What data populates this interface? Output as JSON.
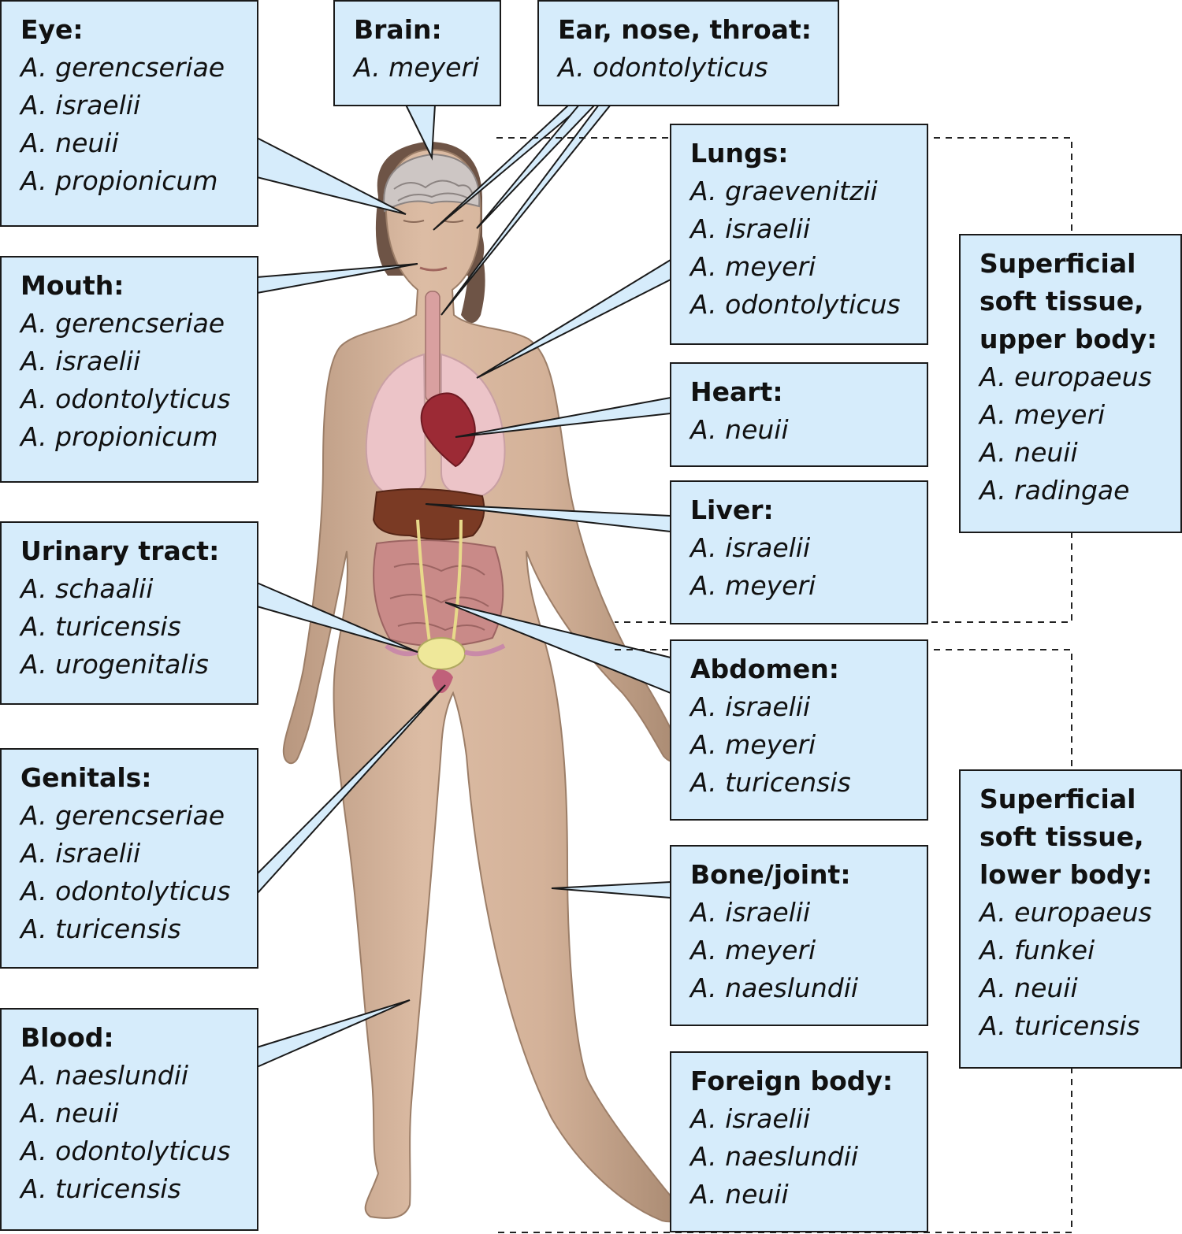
{
  "colors": {
    "box_fill": "#d6ecfb",
    "box_border": "#1a1a1a",
    "skin": "#d2b098",
    "heart": "#9c2a35",
    "liver": "#7a3a24",
    "lungs": "#ecc4c8",
    "intestines": "#c98a88",
    "bladder": "#efe89a"
  },
  "boxes": {
    "eye": {
      "title": "Eye:",
      "species": [
        "A. gerencseriae",
        "A. israelii",
        "A. neuii",
        "A. propionicum"
      ]
    },
    "brain": {
      "title": "Brain:",
      "species": [
        "A. meyeri"
      ]
    },
    "ent": {
      "title": "Ear, nose, throat:",
      "species": [
        "A. odontolyticus"
      ]
    },
    "lungs": {
      "title": "Lungs:",
      "species": [
        "A. graevenitzii",
        "A. israelii",
        "A. meyeri",
        "A. odontolyticus"
      ]
    },
    "mouth": {
      "title": "Mouth:",
      "species": [
        "A. gerencseriae",
        "A. israelii",
        "A. odontolyticus",
        "A. propionicum"
      ]
    },
    "heart": {
      "title": "Heart:",
      "species": [
        "A. neuii"
      ]
    },
    "liver": {
      "title": "Liver:",
      "species": [
        "A. israelii",
        "A. meyeri"
      ]
    },
    "urinary": {
      "title": "Urinary tract:",
      "species": [
        "A. schaalii",
        "A. turicensis",
        "A. urogenitalis"
      ]
    },
    "abdomen": {
      "title": "Abdomen:",
      "species": [
        "A. israelii",
        "A. meyeri",
        "A. turicensis"
      ]
    },
    "genitals": {
      "title": "Genitals:",
      "species": [
        "A. gerencseriae",
        "A. israelii",
        "A. odontolyticus",
        "A. turicensis"
      ]
    },
    "bone": {
      "title": "Bone/joint:",
      "species": [
        "A. israelii",
        "A. meyeri",
        "A. naeslundii"
      ]
    },
    "blood": {
      "title": "Blood:",
      "species": [
        "A. naeslundii",
        "A. neuii",
        "A. odontolyticus",
        "A. turicensis"
      ]
    },
    "foreign": {
      "title": "Foreign body:",
      "species": [
        "A. israelii",
        "A. naeslundii",
        "A. neuii"
      ]
    },
    "upper": {
      "title_lines": [
        "Superficial",
        "soft tissue,",
        "upper body:"
      ],
      "species": [
        "A. europaeus",
        "A. meyeri",
        "A. neuii",
        "A. radingae"
      ]
    },
    "lower": {
      "title_lines": [
        "Superficial",
        "soft tissue,",
        "lower body:"
      ],
      "species": [
        "A. europaeus",
        "A. funkei",
        "A. neuii",
        "A. turicensis"
      ]
    }
  }
}
